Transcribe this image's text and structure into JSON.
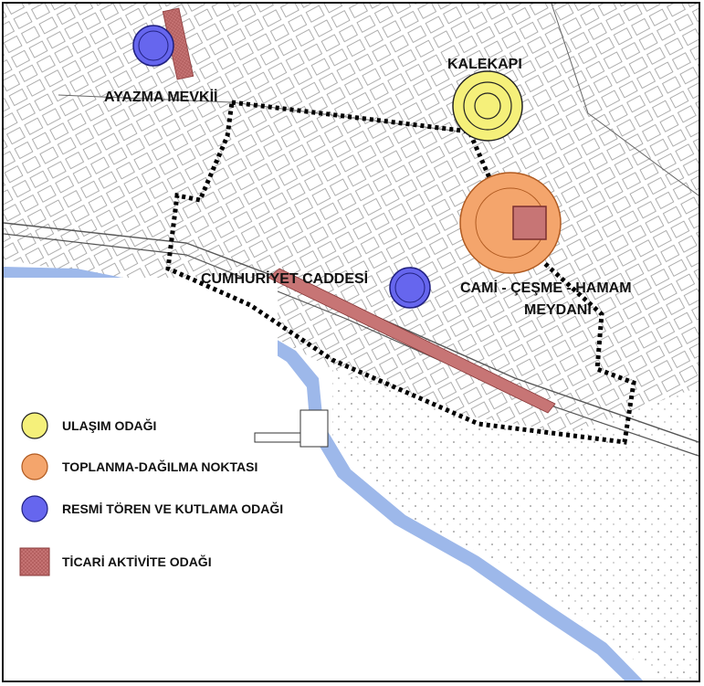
{
  "labels": {
    "ayazma": "AYAZMA MEVKİİ",
    "kalekapi": "KALEKAPI",
    "cumhuriyet": "CUMHURİYET CADDESİ",
    "cami_line1": "CAMİ - ÇEŞME - HAMAM",
    "cami_line2": "MEYDANI"
  },
  "legend": [
    {
      "label": "ULAŞIM ODAĞI",
      "color": "#f5f07a",
      "shape": "circle"
    },
    {
      "label": "TOPLANMA-DAĞILMA NOKTASI",
      "color": "#f4a56c",
      "shape": "circle"
    },
    {
      "label": "RESMİ TÖREN VE KUTLAMA ODAĞI",
      "color": "#6666ee",
      "shape": "circle"
    },
    {
      "label": "TİCARİ AKTİVİTE ODAĞI",
      "color": "#c77575",
      "shape": "rect"
    }
  ],
  "colors": {
    "sea": "#9db8ea",
    "transport": "#f5f07a",
    "gathering": "#f4a56c",
    "ceremony": "#6666ee",
    "commercial": "#c77575",
    "boundary": "#000000"
  }
}
